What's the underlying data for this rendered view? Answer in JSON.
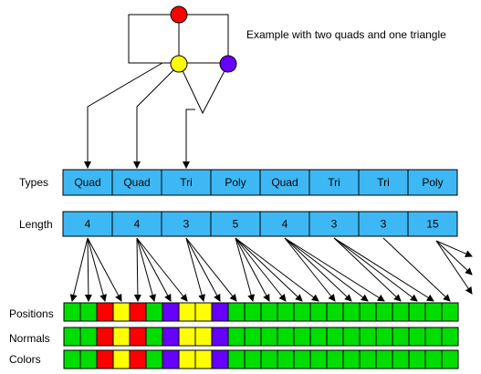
{
  "caption": "Example with two quads and one triangle",
  "row_labels": {
    "types": "Types",
    "length": "Length",
    "positions": "Positions",
    "normals": "Normals",
    "colors": "Colors"
  },
  "types": [
    "Quad",
    "Quad",
    "Tri",
    "Poly",
    "Quad",
    "Tri",
    "Tri",
    "Poly"
  ],
  "lengths": [
    "4",
    "4",
    "3",
    "5",
    "4",
    "3",
    "3",
    "15"
  ],
  "palette": {
    "cell_fill": "#3db8f5",
    "green": "#00dd00",
    "red": "#ff0000",
    "yellow": "#ffff00",
    "blue": "#6600ff"
  },
  "positions": [
    "green",
    "green",
    "red",
    "yellow",
    "red",
    "green",
    "blue",
    "yellow",
    "yellow",
    "blue",
    "green",
    "green",
    "green",
    "green",
    "green",
    "green",
    "green",
    "green",
    "green",
    "green",
    "green",
    "green",
    "green",
    "green"
  ],
  "normals": [
    "green",
    "green",
    "red",
    "yellow",
    "red",
    "green",
    "blue",
    "yellow",
    "yellow",
    "blue",
    "green",
    "green",
    "green",
    "green",
    "green",
    "green",
    "green",
    "green",
    "green",
    "green",
    "green",
    "green",
    "green",
    "green"
  ],
  "colors": [
    "green",
    "green",
    "red",
    "yellow",
    "red",
    "green",
    "blue",
    "yellow",
    "yellow",
    "blue",
    "green",
    "green",
    "green",
    "green",
    "green",
    "green",
    "green",
    "green",
    "green",
    "green",
    "green",
    "green",
    "green",
    "green"
  ],
  "mesh_vertices": [
    "red",
    "yellow",
    "blue"
  ]
}
